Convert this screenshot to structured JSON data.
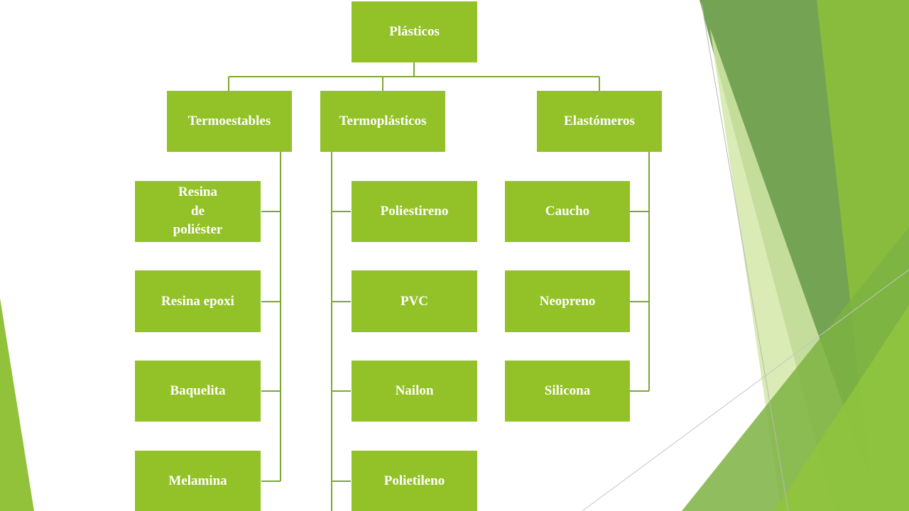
{
  "root": {
    "label": "Plásticos"
  },
  "categories": [
    {
      "label": "Termoestables",
      "items": [
        "Resina\nde\npoliéster",
        "Resina epoxi",
        "Baquelita",
        "Melamina"
      ]
    },
    {
      "label": "Termoplásticos",
      "items": [
        "Poliestireno",
        "PVC",
        "Nailon",
        "Polietileno"
      ]
    },
    {
      "label": "Elastómeros",
      "items": [
        "Caucho",
        "Neopreno",
        "Silicona"
      ]
    }
  ],
  "colors": {
    "node_fill": "#93c128",
    "connector": "#7da832",
    "text": "#ffffff"
  }
}
